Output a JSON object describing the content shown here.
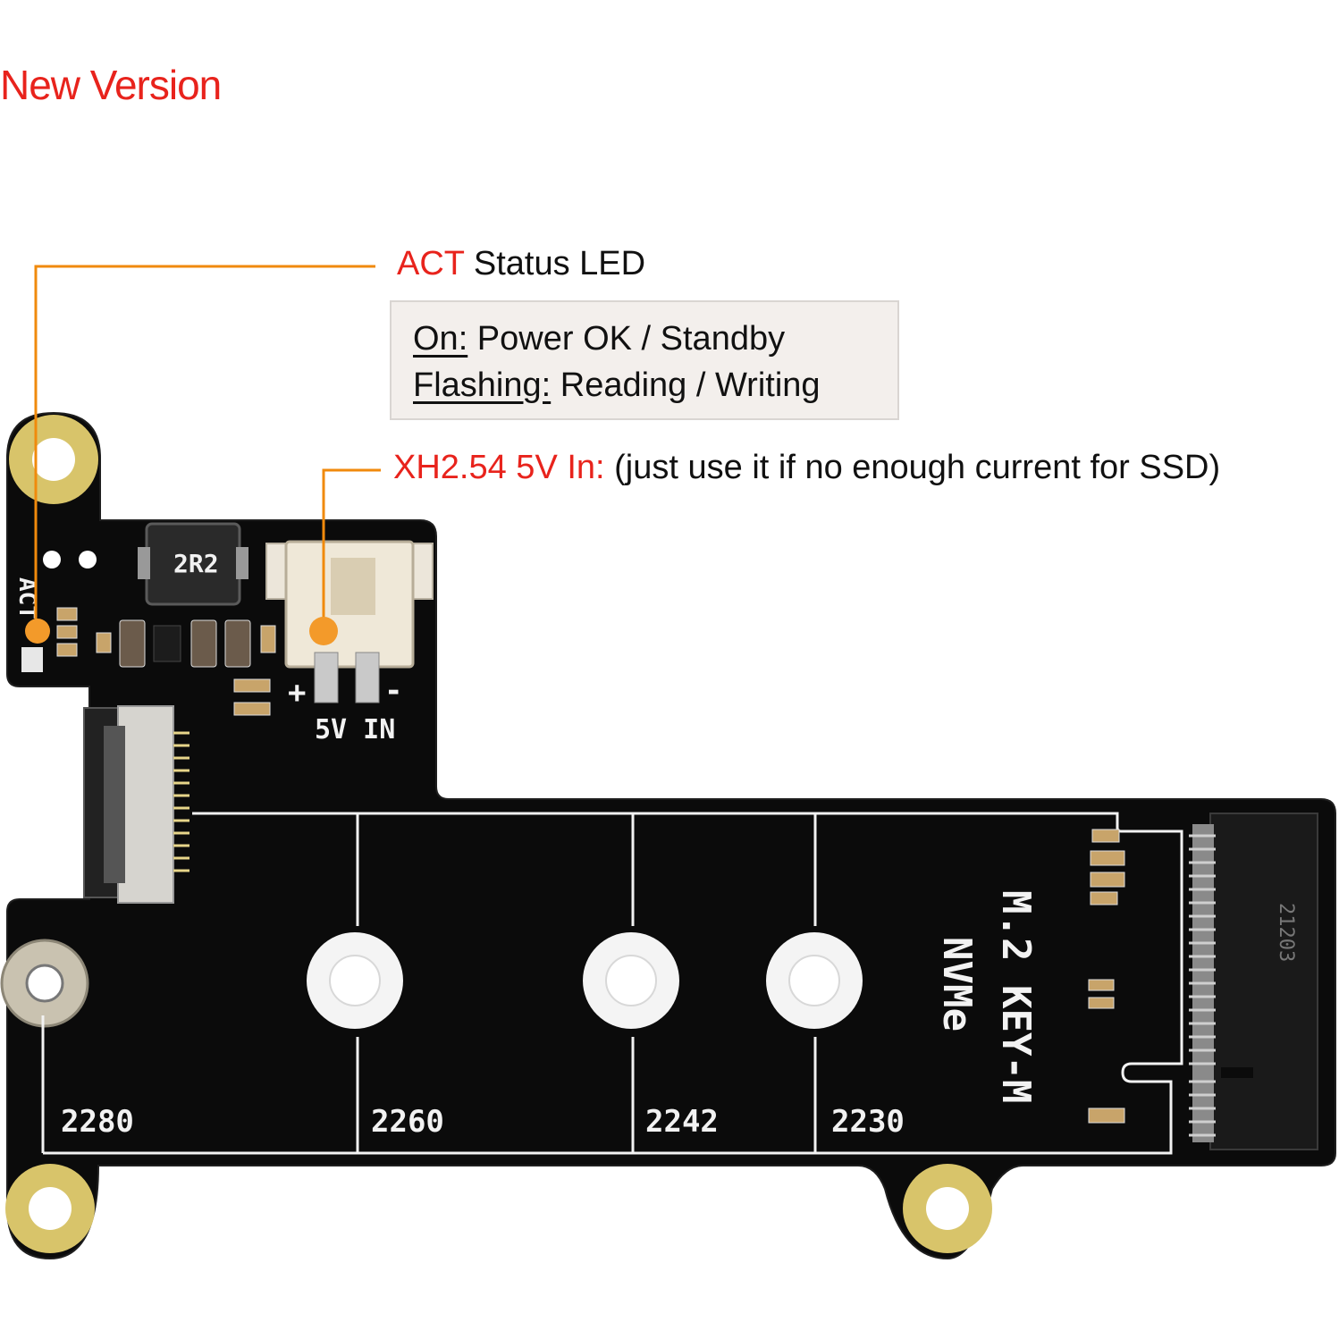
{
  "header": {
    "version_title": "New Version"
  },
  "act_callout": {
    "label_red": "ACT",
    "label_rest": " Status LED",
    "on_key": "On:",
    "on_value": " Power OK / Standby",
    "flash_key": "Flashing:",
    "flash_value": " Reading / Writing"
  },
  "power_callout": {
    "label_red": "XH2.54 5V In:",
    "label_rest": " (just use it if no enough current for SSD)"
  },
  "board_silkscreen": {
    "act": "ACT",
    "inductor": "2R2",
    "power_in": "5V IN",
    "plus": "+",
    "minus": "-",
    "nvme_line1": "M.2 KEY-M",
    "nvme_line2": "NVMe",
    "slot_code": "21203",
    "sizes": [
      "2280",
      "2260",
      "2242",
      "2230"
    ]
  },
  "colors": {
    "accent_red": "#e8231c",
    "leader_orange": "#f08a0c",
    "pcb_black": "#0b0b0b",
    "pad_gold": "#d8c46a"
  }
}
